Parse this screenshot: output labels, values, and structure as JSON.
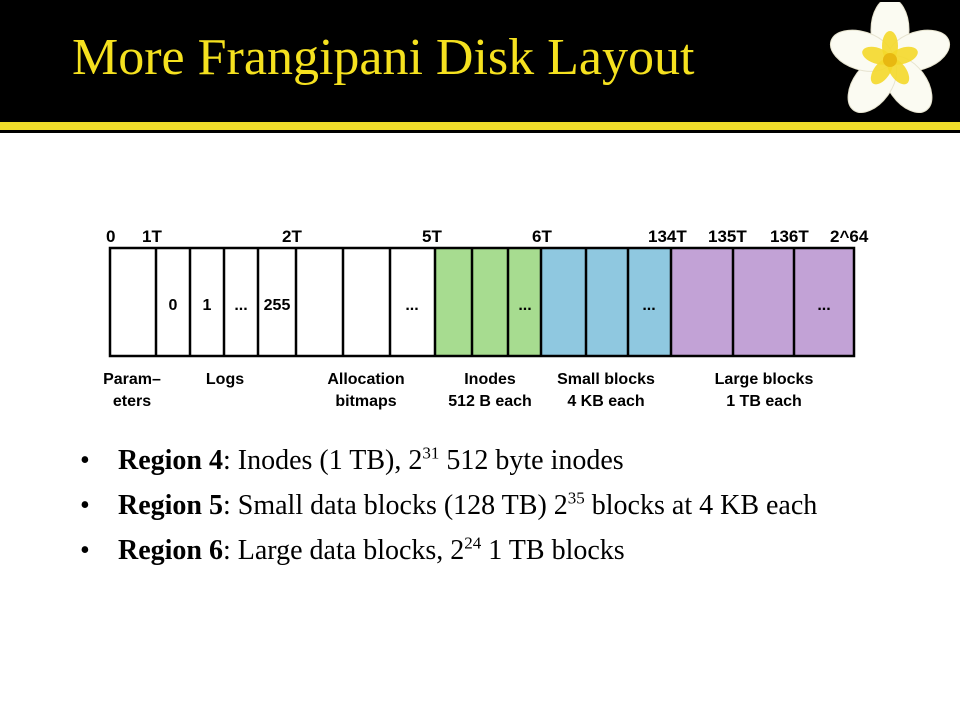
{
  "title": "More Frangipani Disk Layout",
  "colors": {
    "header_bg": "#000000",
    "title": "#f5e11f",
    "accent_stripe": "#f0dc2a",
    "inodes_fill": "#a7dc90",
    "small_blocks_fill": "#8fc8e0",
    "large_blocks_fill": "#c2a2d6"
  },
  "logo_icon": "frangipani-flower",
  "diagram": {
    "offset_labels": [
      "0",
      "1T",
      "2T",
      "5T",
      "6T",
      "134T",
      "135T",
      "136T",
      "2^64"
    ],
    "log_cell_labels": [
      "0",
      "1",
      "...",
      "255"
    ],
    "bitmap_ellipsis": "...",
    "inode_ellipsis": "...",
    "small_ellipsis": "...",
    "large_ellipsis": "...",
    "regions": {
      "parameters": [
        "Param–",
        "eters"
      ],
      "logs": [
        "Logs"
      ],
      "allocation": [
        "Allocation",
        "bitmaps"
      ],
      "inodes": [
        "Inodes",
        "512 B each"
      ],
      "small": [
        "Small blocks",
        "4 KB each"
      ],
      "large": [
        "Large blocks",
        "1 TB each"
      ]
    }
  },
  "bullets": [
    {
      "label": "Region 4",
      "text_before": ":  Inodes (1 TB), 2",
      "exponent": "31",
      "text_after": " 512 byte inodes"
    },
    {
      "label": "Region 5",
      "text_before": ":  Small data blocks (128 TB) 2",
      "exponent": "35",
      "text_after": " blocks at 4 KB each"
    },
    {
      "label": "Region 6",
      "text_before": ": Large data blocks, 2",
      "exponent": "24",
      "text_after": " 1 TB blocks"
    }
  ]
}
